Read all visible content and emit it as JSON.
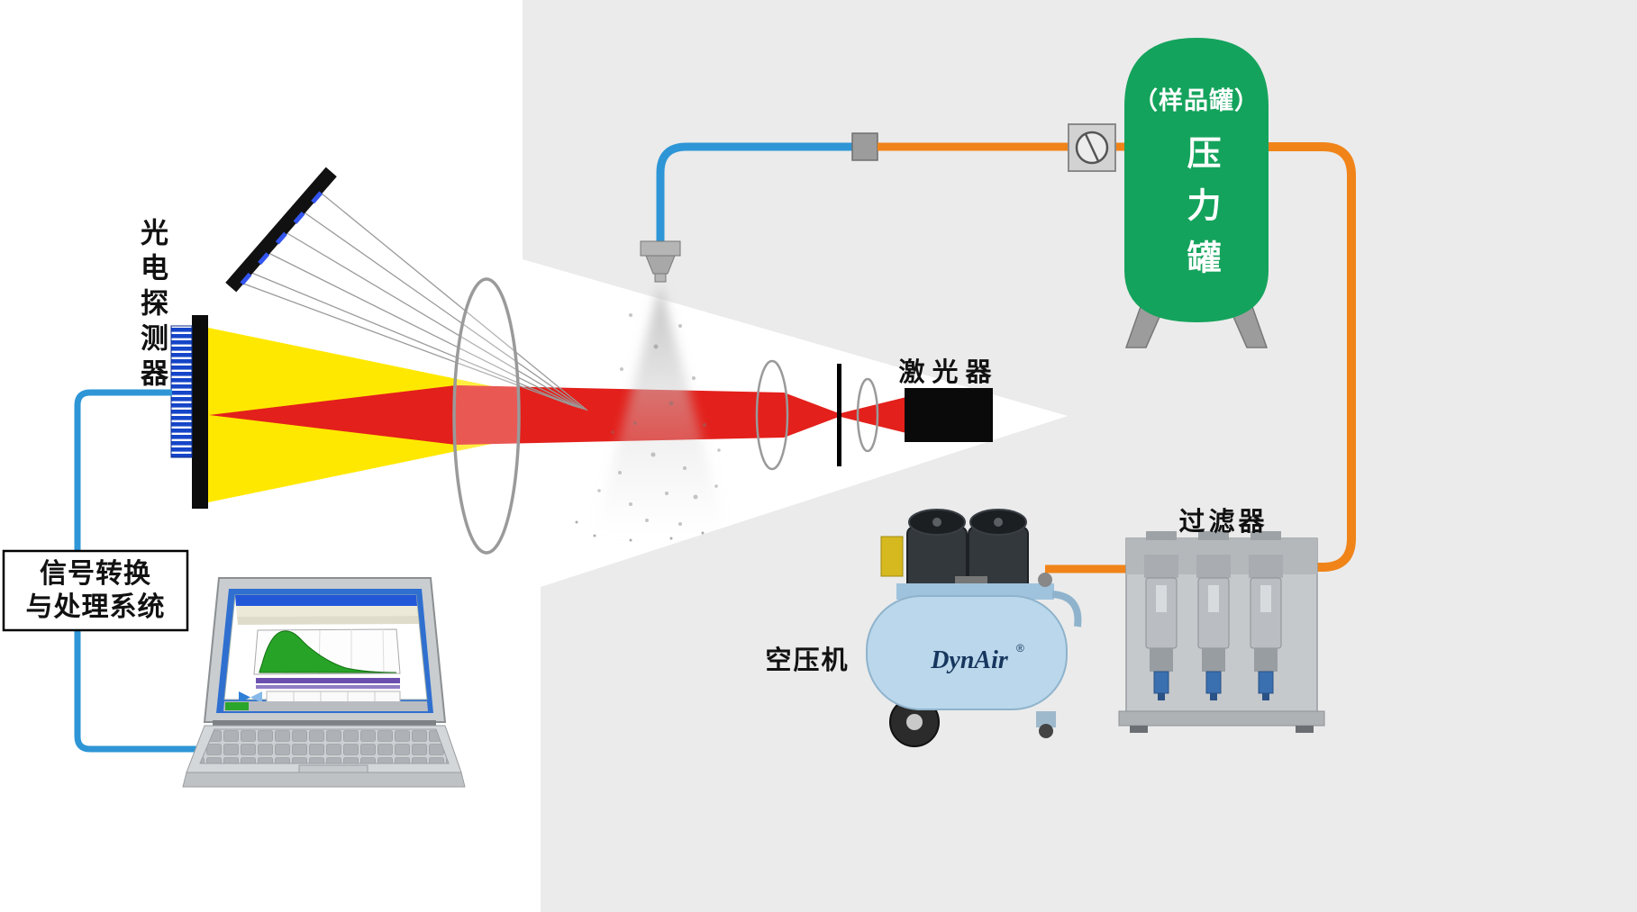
{
  "labels": {
    "photodetector": "光电探测器",
    "signal_box": [
      "信号转换",
      "与处理系统"
    ],
    "laser": "激光器",
    "sample_tank": "（样品罐）",
    "pressure_tank": "压力罐",
    "filter": "过滤器",
    "compressor": "空压机",
    "compressor_brand": "DynAir",
    "compressor_brand_mark": "®"
  },
  "colors": {
    "background_panel": "#ebebeb",
    "beam_yellow": "#ffe800",
    "beam_red": "#e3201b",
    "tank_green": "#14a35c",
    "pipe_orange": "#f08419",
    "pipe_blue": "#2e96d6",
    "signal_wire_blue": "#2e96d6",
    "laser_black": "#0a0a0a",
    "compressor_blue": "#bad7eb"
  }
}
